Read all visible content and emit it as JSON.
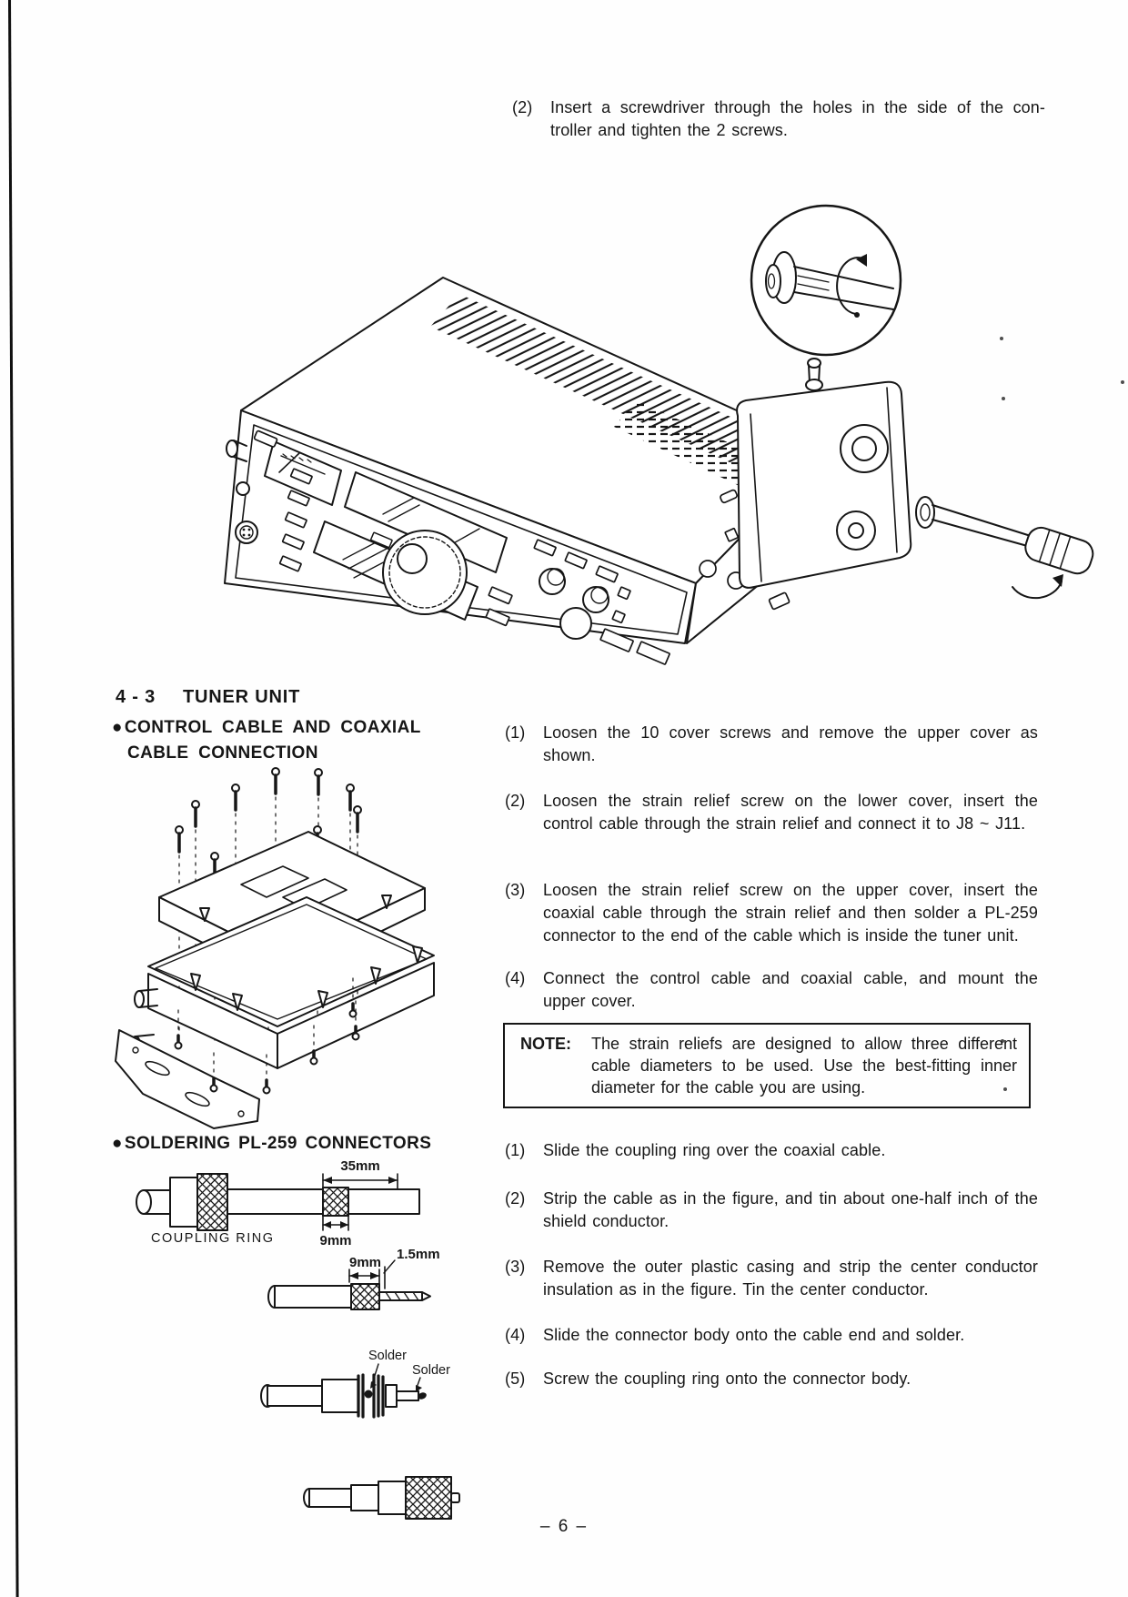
{
  "page": {
    "number_label": "– 6 –"
  },
  "top_instruction": {
    "number": "(2)",
    "line1": "Insert a screwdriver through the holes in the side of the con-",
    "line2": "troller and tighten the 2 screws."
  },
  "section": {
    "number": "4 - 3",
    "title": "TUNER UNIT"
  },
  "subsection_cable": {
    "bullet": "●",
    "line1": "CONTROL CABLE AND COAXIAL",
    "line2": "CABLE CONNECTION"
  },
  "cable_steps": [
    {
      "num": "(1)",
      "text": "Loosen the 10 cover screws and remove the upper cover as shown."
    },
    {
      "num": "(2)",
      "text": "Loosen the strain relief screw on the lower cover, insert the control cable through the strain relief and connect it to J8 ~ J11."
    },
    {
      "num": "(3)",
      "text": "Loosen the strain relief screw on the upper cover, insert the coaxial cable through the strain relief and then solder a PL-259 connector to the end of the cable which is inside the tuner unit."
    },
    {
      "num": "(4)",
      "text": "Connect the control cable and coaxial cable, and mount the upper cover."
    }
  ],
  "note": {
    "label": "NOTE:",
    "text": "The strain reliefs are designed to allow three different cable diameters to be used.  Use the best-fitting inner diameter for the cable you are using."
  },
  "subsection_solder": {
    "bullet": "●",
    "title": "SOLDERING PL-259 CONNECTORS"
  },
  "solder_steps": [
    {
      "num": "(1)",
      "text": "Slide the coupling ring over the coaxial cable."
    },
    {
      "num": "(2)",
      "text": "Strip the cable as in the figure, and tin about one-half inch of the shield conductor."
    },
    {
      "num": "(3)",
      "text": "Remove the outer plastic casing and strip the center conductor insulation as in the figure.  Tin the center conductor."
    },
    {
      "num": "(4)",
      "text": "Slide the connector body onto the cable end and solder."
    },
    {
      "num": "(5)",
      "text": "Screw the coupling ring onto the connector body."
    }
  ],
  "figure_labels": {
    "coupling_ring": "COUPLING RING",
    "dim_35mm": "35mm",
    "dim_9mm_a": "9mm",
    "dim_9mm_b": "9mm",
    "dim_1_5mm": "1.5mm",
    "solder_a": "Solder",
    "solder_b": "Solder"
  }
}
